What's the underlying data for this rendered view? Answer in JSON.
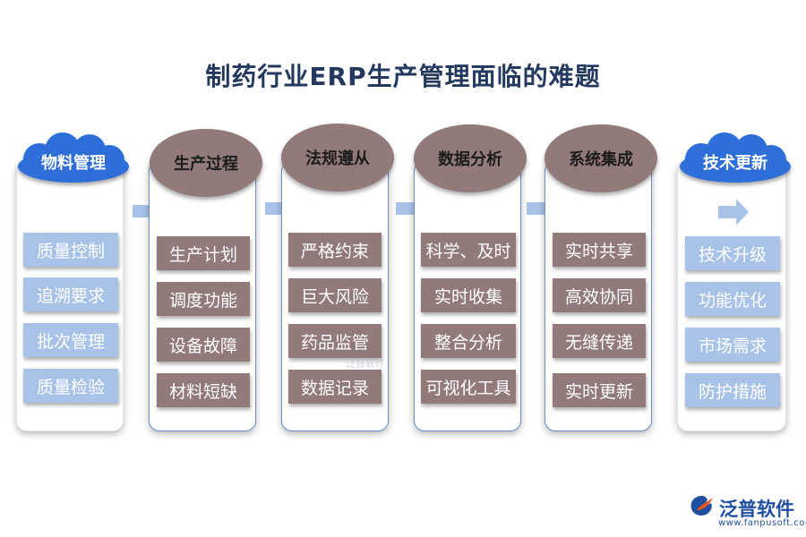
{
  "title": "制药行业ERP生产管理面临的难题",
  "columns": [
    {
      "header": "物料管理",
      "items": [
        "质量控制",
        "追溯要求",
        "批次管理",
        "质量检验"
      ]
    },
    {
      "header": "生产过程",
      "items": [
        "生产计划",
        "调度功能",
        "设备故障",
        "材料短缺"
      ]
    },
    {
      "header": "法规遵从",
      "items": [
        "严格约束",
        "巨大风险",
        "药品监管",
        "数据记录"
      ]
    },
    {
      "header": "数据分析",
      "items": [
        "科学、及时",
        "实时收集",
        "整合分析",
        "可视化工具"
      ]
    },
    {
      "header": "系统集成",
      "items": [
        "实时共享",
        "高效协同",
        "无缝传递",
        "实时更新"
      ]
    },
    {
      "header": "技术更新",
      "items": [
        "技术升级",
        "功能优化",
        "市场需求",
        "防护措施"
      ]
    }
  ],
  "watermark": "泛普软件",
  "logo": {
    "name": "泛普软件",
    "url": "www.fanpusoft.com",
    "icon": "fanpu-logo-icon"
  },
  "colors": {
    "title": "#23395d",
    "cloud": "#2f6ed8",
    "oval": "#927a7a",
    "item_blue": "#a8c2e8",
    "item_brown": "#927a7a",
    "arrow": "#a8c2e8"
  }
}
